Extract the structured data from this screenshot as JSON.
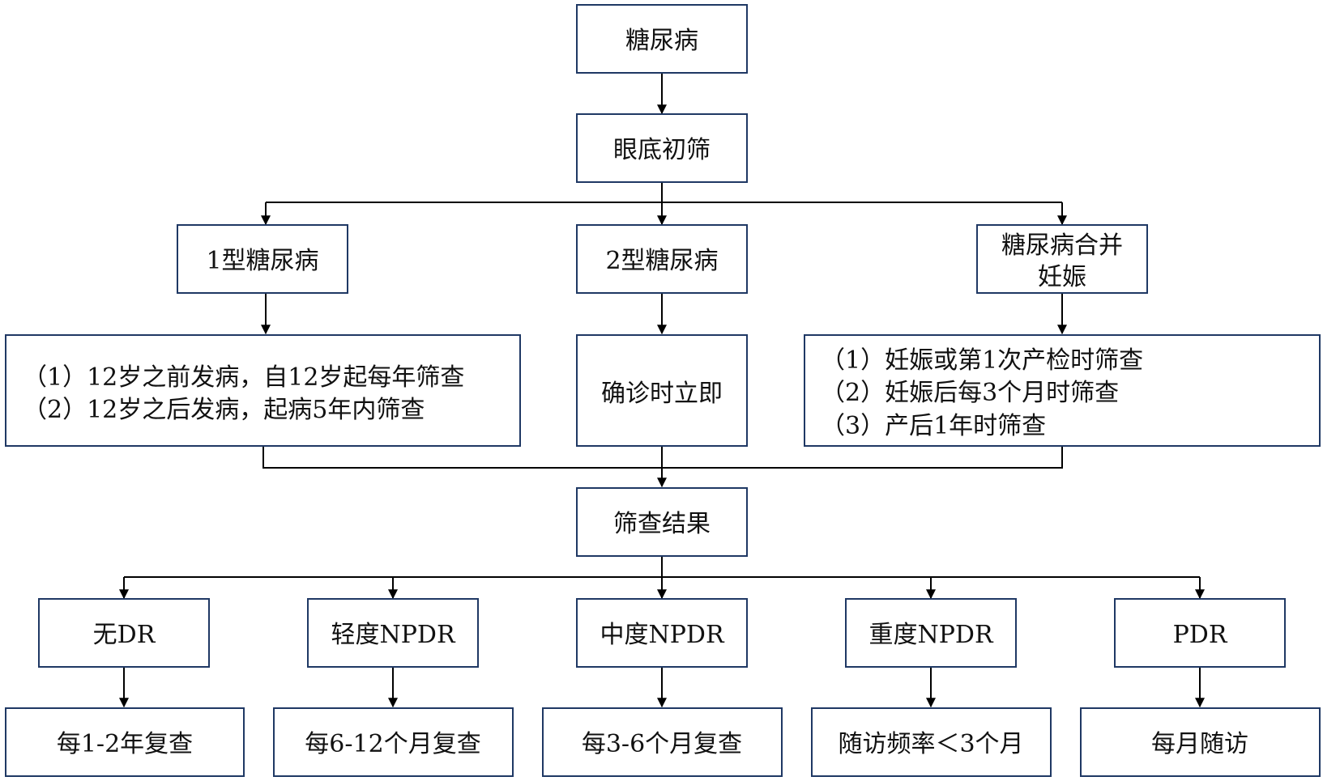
{
  "nodes": {
    "diabetes": "糖尿病",
    "fundus_screening": "眼底初筛",
    "type1": "1型糖尿病",
    "type2": "2型糖尿病",
    "pregnancy": [
      "糖尿病合并",
      "妊娠"
    ],
    "type1_schedule": [
      "（1）12岁之前发病，自12岁起每年筛查",
      "（2）12岁之后发病，起病5年内筛查"
    ],
    "type2_schedule": "确诊时立即",
    "pregnancy_schedule": [
      "（1）妊娠或第1次产检时筛查",
      "（2）妊娠后每3个月时筛查",
      "（3）产后1年时筛查"
    ],
    "screening_result": "筛查结果",
    "no_dr": "无DR",
    "mild_npdr": "轻度NPDR",
    "moderate_npdr": "中度NPDR",
    "severe_npdr": "重度NPDR",
    "pdr": "PDR",
    "followup_no_dr": "每1-2年复查",
    "followup_mild": "每6-12个月复查",
    "followup_moderate": "每3-6个月复查",
    "followup_severe": "随访频率＜3个月",
    "followup_pdr": "每月随访"
  },
  "colors": {
    "box_border": "#1f3864",
    "connector": "#000000",
    "text": "#111111"
  }
}
